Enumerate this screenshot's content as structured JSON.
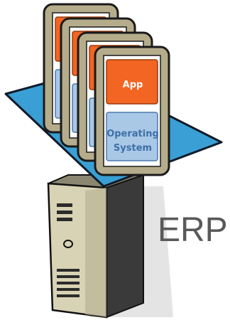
{
  "diagram": {
    "server_label": "ERP",
    "vm_front": {
      "app_label": "App",
      "os_label_line1": "Operating",
      "os_label_line2": "System"
    },
    "stacked_vm_count": 4,
    "colors": {
      "platform": "#3a9fd4",
      "platform_edge": "#0d1b2a",
      "vm_frame": "#b5ac8c",
      "vm_outline": "#1a1a1a",
      "app_block": "#f26522",
      "os_block": "#a8c8e6",
      "os_text": "#3e6fa8",
      "server_front": "#d8d3b4",
      "server_side": "#3a3a3a",
      "server_shadow": "#e4e4e4",
      "label_text": "#595959"
    }
  }
}
